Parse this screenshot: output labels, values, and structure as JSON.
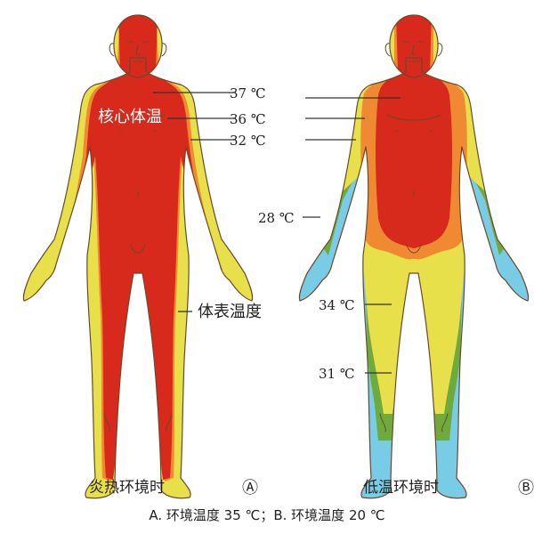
{
  "figure": {
    "caption": "A. 环境温度 35 ℃；B. 环境温度 20 ℃",
    "panel_a": {
      "title": "炎热环境时",
      "marker": "Ⓐ"
    },
    "panel_b": {
      "title": "低温环境时",
      "marker": "Ⓑ"
    },
    "labels": {
      "core_temperature": "核心体温",
      "surface_temperature": "体表温度",
      "t37": "37 ℃",
      "t36": "36 ℃",
      "t32": "32 ℃",
      "t28": "28 ℃",
      "t34": "34 ℃",
      "t31": "31 ℃"
    },
    "colors": {
      "c37": "#d8291d",
      "c36": "#f08a32",
      "c32": "#e8e04a",
      "c28": "#6faa3c",
      "c31": "#79cce6",
      "skin_outline": "#6b4a2a"
    }
  }
}
